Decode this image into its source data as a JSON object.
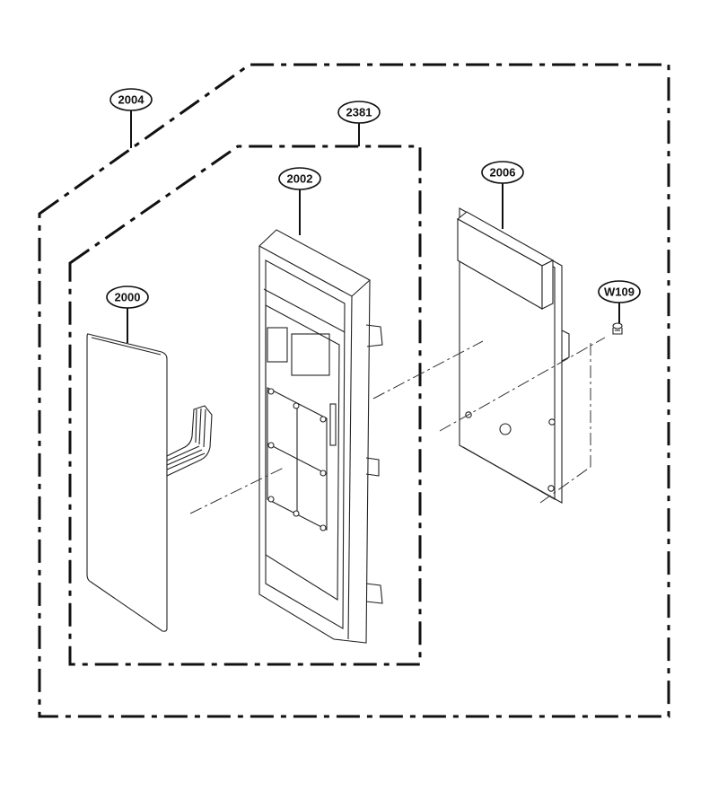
{
  "callouts": {
    "outer_assembly": "2004",
    "inner_assembly": "2381",
    "front_panel": "2002",
    "membrane": "2000",
    "pcb": "2006",
    "screw": "W109"
  }
}
